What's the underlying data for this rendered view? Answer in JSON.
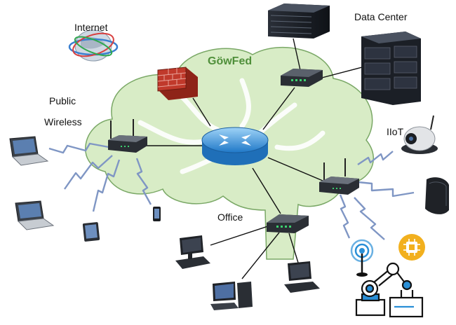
{
  "title": "GöwFed",
  "labels": {
    "internet": "Internet",
    "data_center": "Data Center",
    "public": "Public",
    "wireless": "Wireless",
    "iiot": "IIoT",
    "office": "Office"
  },
  "colors": {
    "tree_fill": "#d8ecc6",
    "tree_stroke": "#7aa866",
    "title": "#4f8f3a",
    "wireless_zigzag": "#7f96c4",
    "firewall": "#c0392b",
    "router": "#3c9be0",
    "iot_blue": "#2a8fd6",
    "iot_yellow": "#f2b01e"
  }
}
